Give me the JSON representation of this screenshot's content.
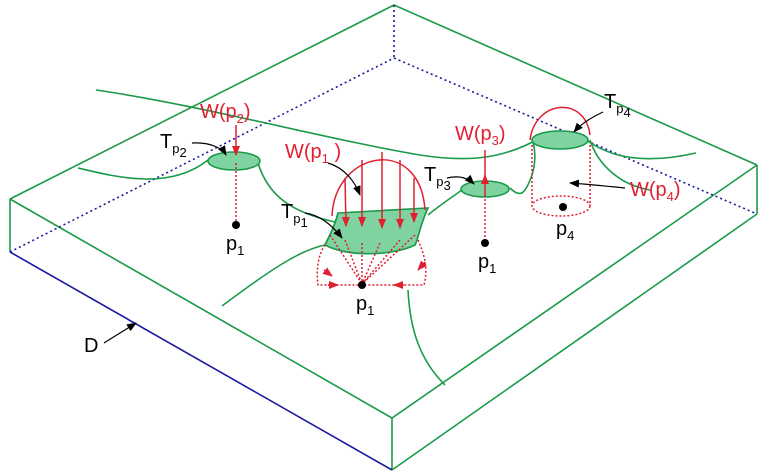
{
  "colors": {
    "green": "#1a9a4a",
    "fill": "#7fd3a0",
    "red": "#e02030",
    "blue": "#1a1aa0",
    "black": "#000000"
  },
  "labels": {
    "w_p2": {
      "main": "W(p",
      "sub": "2",
      "close": ")"
    },
    "w_p1": {
      "main": "W(p",
      "sub": "1",
      "close": " )"
    },
    "w_p3": {
      "main": "W(p",
      "sub": "3",
      "close": ")"
    },
    "w_p4": {
      "main": "W(p",
      "sub": "4",
      "close": ")"
    },
    "t_p2": {
      "main": "T",
      "sub": "p",
      "subsub": "2"
    },
    "t_p1": {
      "main": "T",
      "sub": "p",
      "subsub": "1"
    },
    "t_p3": {
      "main": "T",
      "sub": "p",
      "subsub": "3"
    },
    "t_p4": {
      "main": "T",
      "sub": "p",
      "subsub": "4"
    },
    "p1_left": {
      "main": "p",
      "sub": "1"
    },
    "p1_center": {
      "main": "p",
      "sub": "1"
    },
    "p1_right": {
      "main": "p",
      "sub": "1"
    },
    "p4": {
      "main": "p",
      "sub": "4"
    },
    "d": "D"
  }
}
